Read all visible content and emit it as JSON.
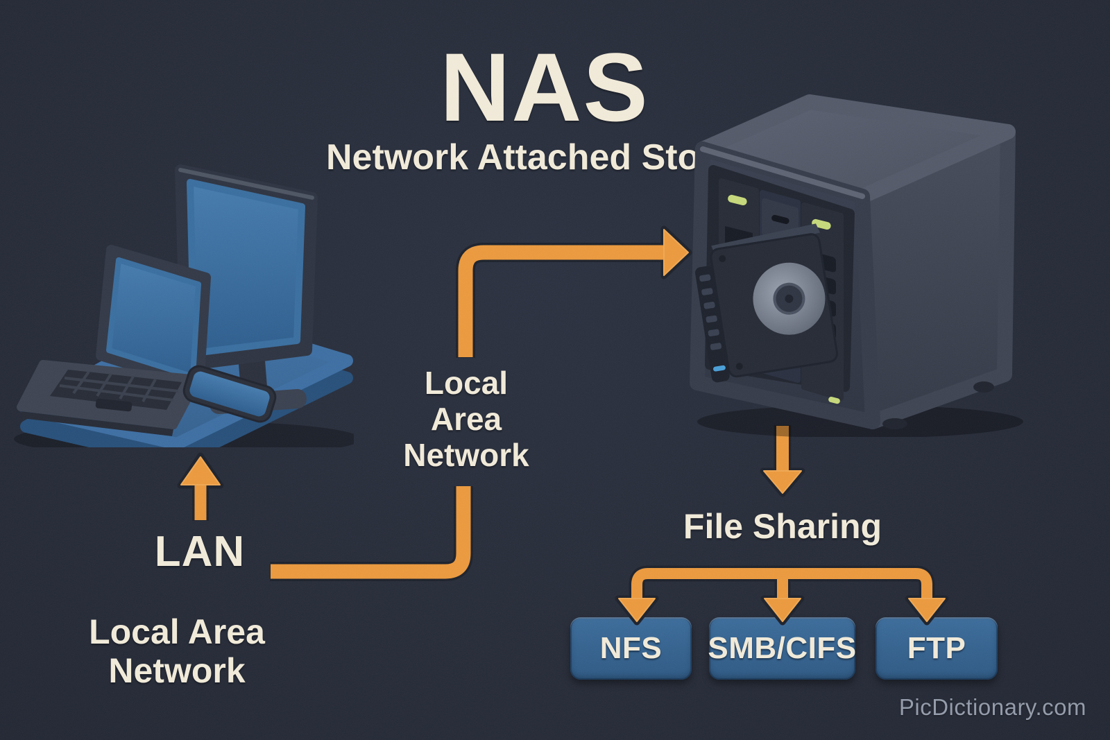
{
  "page": {
    "title": "NAS",
    "subtitle": "Network Attached Stor",
    "watermark": "PicDictionary.com"
  },
  "labels": {
    "lan_mid": {
      "line1": "Local",
      "line2": "Area",
      "line3": "Network"
    },
    "lan_abbrev": "LAN",
    "lan_bottom": {
      "line1": "Local Area",
      "line2": "Network"
    },
    "file_sharing": "File Sharing"
  },
  "protocols": [
    {
      "label": "NFS"
    },
    {
      "label": "SMB/CIFS"
    },
    {
      "label": "FTP"
    }
  ],
  "illustrations": {
    "client_devices": "laptop-monitor-phone-on-blue-platform",
    "nas_device": "nas-enclosure-with-pulled-out-hard-drive"
  },
  "connectors": {
    "lan_to_nas": "elbow-arrow-right",
    "lan_up": "arrow-up",
    "lan_elbow_line": "elbow-line",
    "nas_to_file_sharing": "arrow-down",
    "file_sharing_branch": "three-way-branch-arrows-down"
  },
  "colors": {
    "background": "#272C39",
    "arrow_orange": "#EC9A3E",
    "text_cream": "#F2EBDA",
    "box_blue": "#36648F",
    "screen_blue": "#3A6FA0",
    "led_green": "#C7D97B",
    "watermark_gray": "#949BAA"
  }
}
